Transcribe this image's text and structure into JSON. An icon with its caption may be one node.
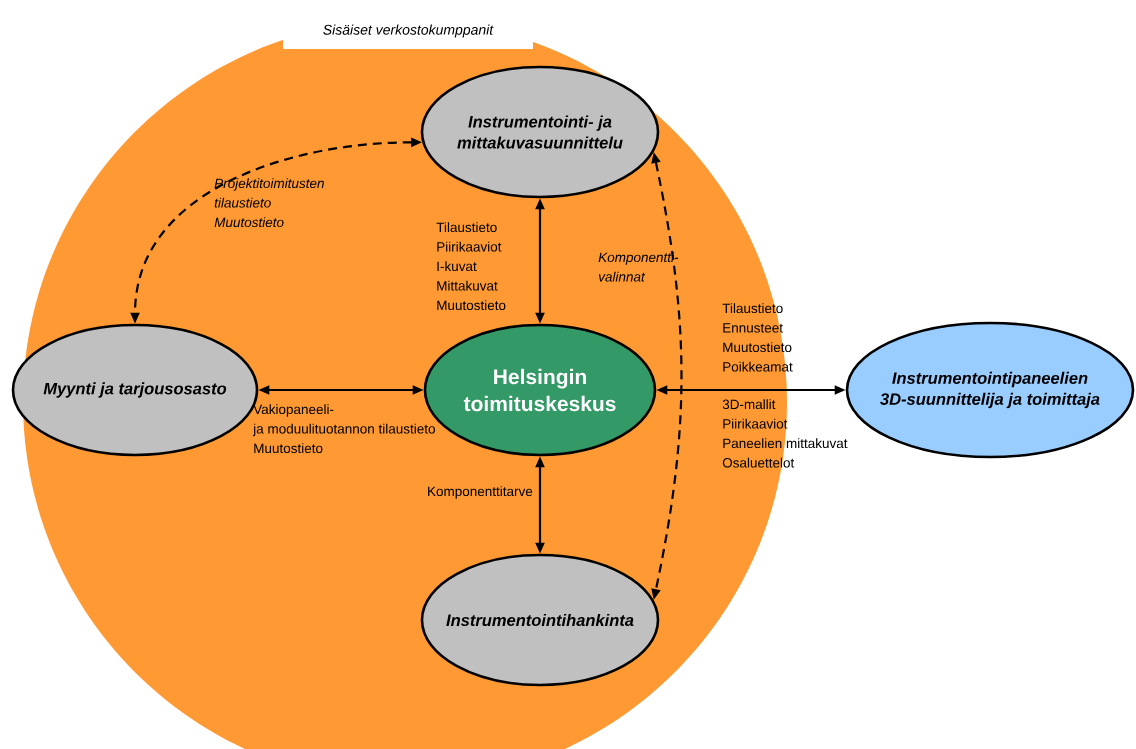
{
  "diagram": {
    "nodes": [
      {
        "text": [
          "Sisäiset verkostokumppanit"
        ]
      },
      {
        "text": [
          "Instrumentointi- ja mittakuvasuunnittelu"
        ],
        "in": 0
      },
      {
        "text": [
          "Myynti ja tarjousosasto"
        ],
        "in": 0
      },
      {
        "text": [
          "Helsingin toimituskeskus"
        ],
        "in": 0
      },
      {
        "text": [
          "Instrumentointihankinta"
        ],
        "in": 0
      },
      {
        "text": [
          "Instrumentointipaneelien 3D-suunnittelija ja toimittaja"
        ]
      }
    ],
    "edges": [
      {
        "from": 1,
        "to": 2,
        "arrow": "both",
        "style": "dashed",
        "label": "Projektitoimitusten tilaustieto Muutostieto"
      },
      {
        "from": 1,
        "to": 3,
        "arrow": "both",
        "label": "Tilaustieto Piirikaaviot I-kuvat Mittakuvat Muutostieto"
      },
      {
        "from": 1,
        "to": 4,
        "arrow": "both",
        "style": "dashed",
        "label": "Komponentti- valinnat"
      },
      {
        "from": 2,
        "to": 3,
        "arrow": "both",
        "label": "Vakiopaneeli- ja moduulituotannon tilaustieto Muutostieto"
      },
      {
        "from": 3,
        "to": 5,
        "arrow": "both",
        "label": "Tilaustieto Ennusteet Muutostieto Poikkeamat"
      },
      {
        "from": 3,
        "to": 4,
        "arrow": "both",
        "label": "Komponenttitarve"
      }
    ],
    "labels": [
      "3D-mallit Piirikaaviot Paneelien mittakuvat Osaluettelot"
    ]
  }
}
